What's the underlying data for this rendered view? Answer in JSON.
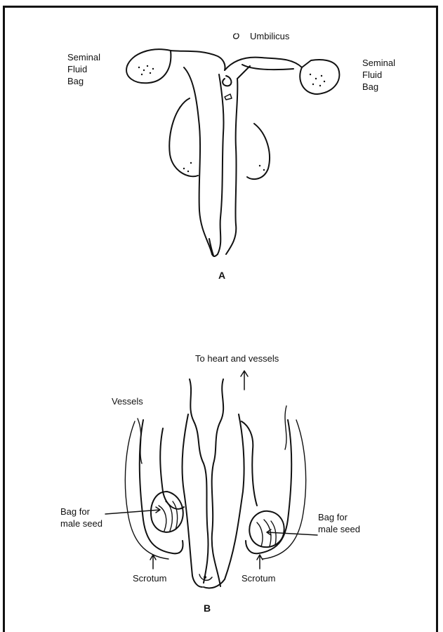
{
  "figure_a": {
    "label": "A",
    "umbilicus": "Umbilicus",
    "left_bag": [
      "Seminal",
      "Fluid",
      "Bag"
    ],
    "right_bag": [
      "Seminal",
      "Fluid",
      "Bag"
    ]
  },
  "figure_b": {
    "label": "B",
    "to_heart": "To heart and vessels",
    "vessels": "Vessels",
    "left_seed_bag": [
      "Bag for",
      "male seed"
    ],
    "right_seed_bag": [
      "Bag for",
      "male seed"
    ],
    "left_scrotum": "Scrotum",
    "right_scrotum": "Scrotum"
  }
}
